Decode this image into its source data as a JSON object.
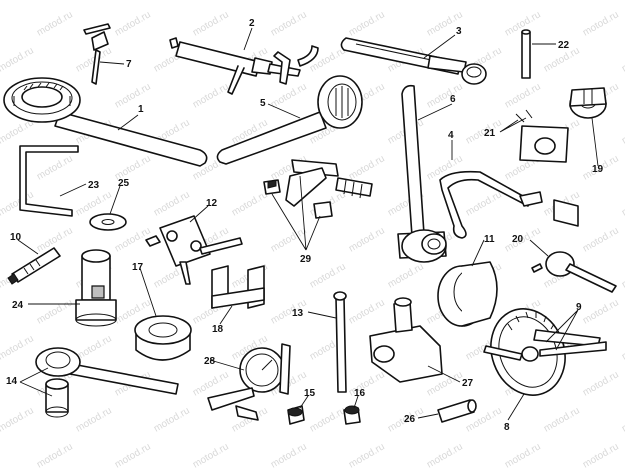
{
  "diagram": {
    "watermark": "motod.ru",
    "callouts": {
      "c1": "1",
      "c2": "2",
      "c3": "3",
      "c4": "4",
      "c5": "5",
      "c6": "6",
      "c7": "7",
      "c8": "8",
      "c9": "9",
      "c10": "10",
      "c11": "11",
      "c12": "12",
      "c13": "13",
      "c14": "14",
      "c15": "15",
      "c16": "16",
      "c17": "17",
      "c18": "18",
      "c19": "19",
      "c20": "20",
      "c21": "21",
      "c22": "22",
      "c23": "23",
      "c24": "24",
      "c25": "25",
      "c26": "26",
      "c27": "27",
      "c28": "28",
      "c29": "29"
    }
  }
}
